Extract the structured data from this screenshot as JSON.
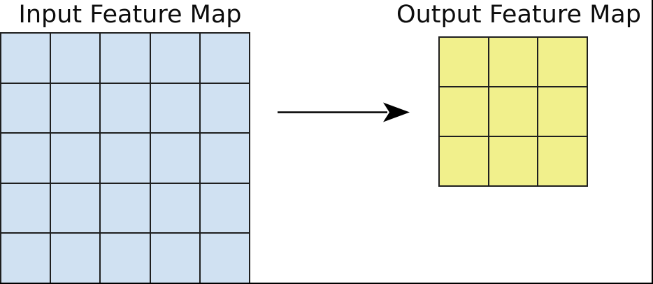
{
  "diagram": {
    "input_map": {
      "title": "Input Feature Map",
      "rows": 5,
      "cols": 5,
      "cell_color": "#d0e1f2",
      "line_color": "#1f1f1f",
      "cell_name": "input-feature-cell"
    },
    "output_map": {
      "title": "Output Feature Map",
      "rows": 3,
      "cols": 3,
      "cell_color": "#f1f08c",
      "line_color": "#1f1f1f",
      "cell_name": "output-feature-cell"
    },
    "arrow": {
      "icon": "right-arrow-icon",
      "color": "#000000"
    },
    "border_color": "#000000",
    "background_color": "#ffffff"
  }
}
